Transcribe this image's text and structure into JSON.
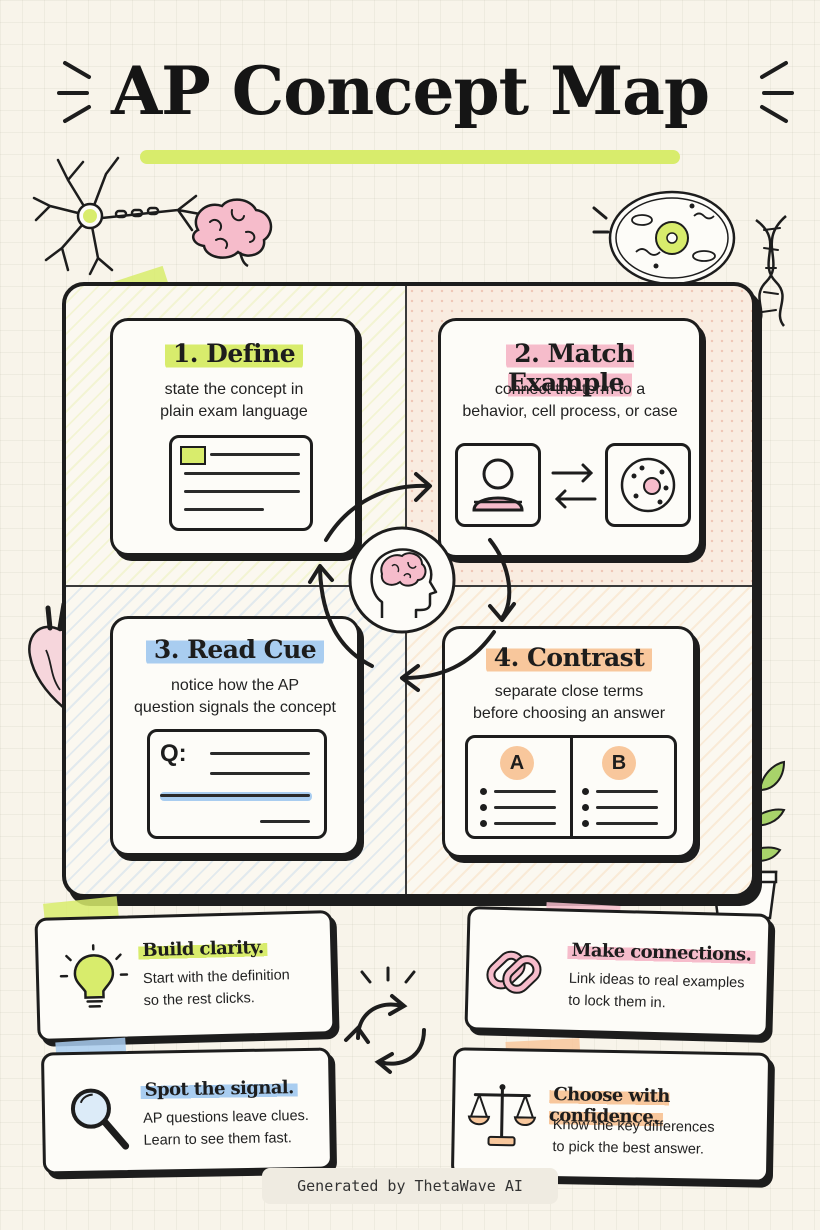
{
  "title": "AP Concept Map",
  "steps": [
    {
      "title": "1. Define",
      "description_line1": "state the concept in",
      "description_line2": "plain exam language"
    },
    {
      "title": "2. Match Example",
      "description_line1": "connect the term to a",
      "description_line2": "behavior, cell process, or case"
    },
    {
      "title": "3. Read Cue",
      "description_line1": "notice how the AP",
      "description_line2": "question signals the concept"
    },
    {
      "title": "4. Contrast",
      "description_line1": "separate close terms",
      "description_line2": "before choosing an answer"
    }
  ],
  "read_cue_label": "Q:",
  "contrast_labels": [
    "A",
    "B"
  ],
  "tips": [
    {
      "title": "Build clarity.",
      "line1": "Start with the definition",
      "line2": "so the rest clicks."
    },
    {
      "title": "Make connections.",
      "line1": "Link ideas to real examples",
      "line2": "to lock them in."
    },
    {
      "title": "Spot the signal.",
      "line1": "AP questions leave clues.",
      "line2": "Learn to see them fast."
    },
    {
      "title": "Choose with confidence.",
      "line1": "Know the key differences",
      "line2": "to pick the best answer."
    }
  ],
  "footer": "Generated by ThetaWave AI",
  "colors": {
    "lime": "#d8ec6c",
    "pink": "#f6bccb",
    "blue": "#a9cdf0",
    "peach": "#f8c79c",
    "ink": "#1d1d1d",
    "paper": "#f8f4ea"
  },
  "icons": [
    "neuron-icon",
    "brain-icon",
    "cell-icon",
    "dna-icon",
    "heart-icon",
    "plant-icon",
    "document-icon",
    "person-icon",
    "cell-nucleus-icon",
    "head-brain-icon",
    "lightbulb-icon",
    "chain-link-icon",
    "magnifier-icon",
    "scales-icon",
    "cycle-arrows-icon"
  ]
}
